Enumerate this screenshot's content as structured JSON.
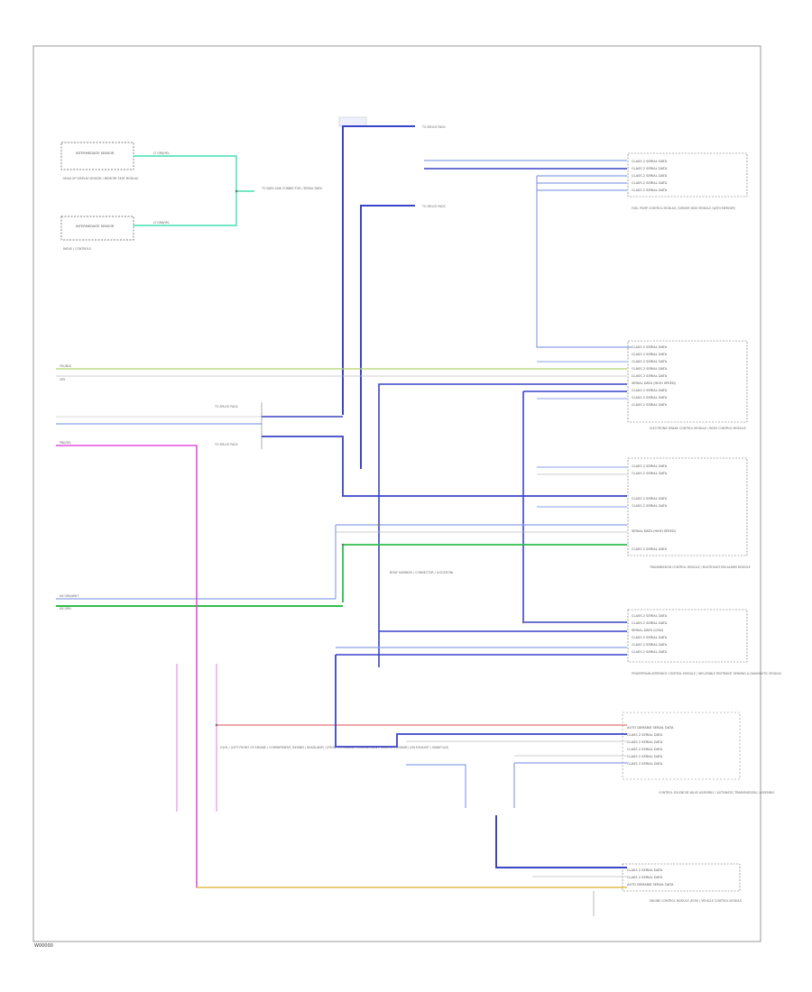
{
  "footer": {
    "code": "W00000"
  },
  "modules": [
    {
      "id": "m1",
      "label": "FUEL PUMP CONTROL MODULE / DRIVER SEAT MODULE (WITH MEMORY)"
    },
    {
      "id": "m2",
      "label": "ELECTRONIC BRAKE CONTROL MODULE / BODY CONTROL MODULE"
    },
    {
      "id": "m3",
      "label": "TRANSMISSION CONTROL MODULE / MULTIFUNCTION ALARM MODULE"
    },
    {
      "id": "m4",
      "label": "POWERTRAIN INTERFACE CONTROL MODULE / INFLATABLE RESTRAINT SENSING & DIAGNOSTIC MODULE"
    },
    {
      "id": "m5",
      "label": "CONTROL SOLENOID VALVE ASSEMBLY / AUTOMATIC TRANSMISSION / ASSEMBLY"
    },
    {
      "id": "m6",
      "label": "ENGINE CONTROL MODULE (ECM) / VEHICLE CONTROL MODULE"
    }
  ],
  "left_boxes": [
    {
      "id": "b1",
      "label": "INTERMEDIATE SENSOR",
      "note": "HEAD UP DISPLAY SENSOR / MEMORY SEAT MODULE"
    },
    {
      "id": "b2",
      "label": "INTERMEDIATE SENSOR",
      "note": "RADIO / CONTROLS"
    }
  ],
  "labels": {
    "dlc_note": "TO DATA LINK CONNECTOR / SERIAL DATA",
    "splice_a": "TO SPLICE PACK",
    "splice_b": "TO SPLICE PACK",
    "splice_c": "TO SPLICE PACK",
    "splice_d": "TO SPLICE PACK",
    "body_harness": "BODY HARNESS / CONNECTOR / (LOCATION)",
    "gnd_note": "G104 / (LEFT FRONT OF ENGINE / COMPARTMENT, BEHIND / HEADLAMP) / (FRONT OF ENGINE / COMPARTMENT, REAR OF / ENGINE) (ON EXHAUST / MANIFOLD)"
  },
  "wire_colors": {
    "blue": "#3a44c8",
    "light_blue": "#8aa0e8",
    "green": "#2fbf4a",
    "lime": "#b5d46a",
    "teal": "#40e0b0",
    "magenta": "#e050e0",
    "pink": "#f0a0f0",
    "red": "#e05050",
    "yellow": "#e8d850",
    "gray": "#8a8a8a"
  }
}
